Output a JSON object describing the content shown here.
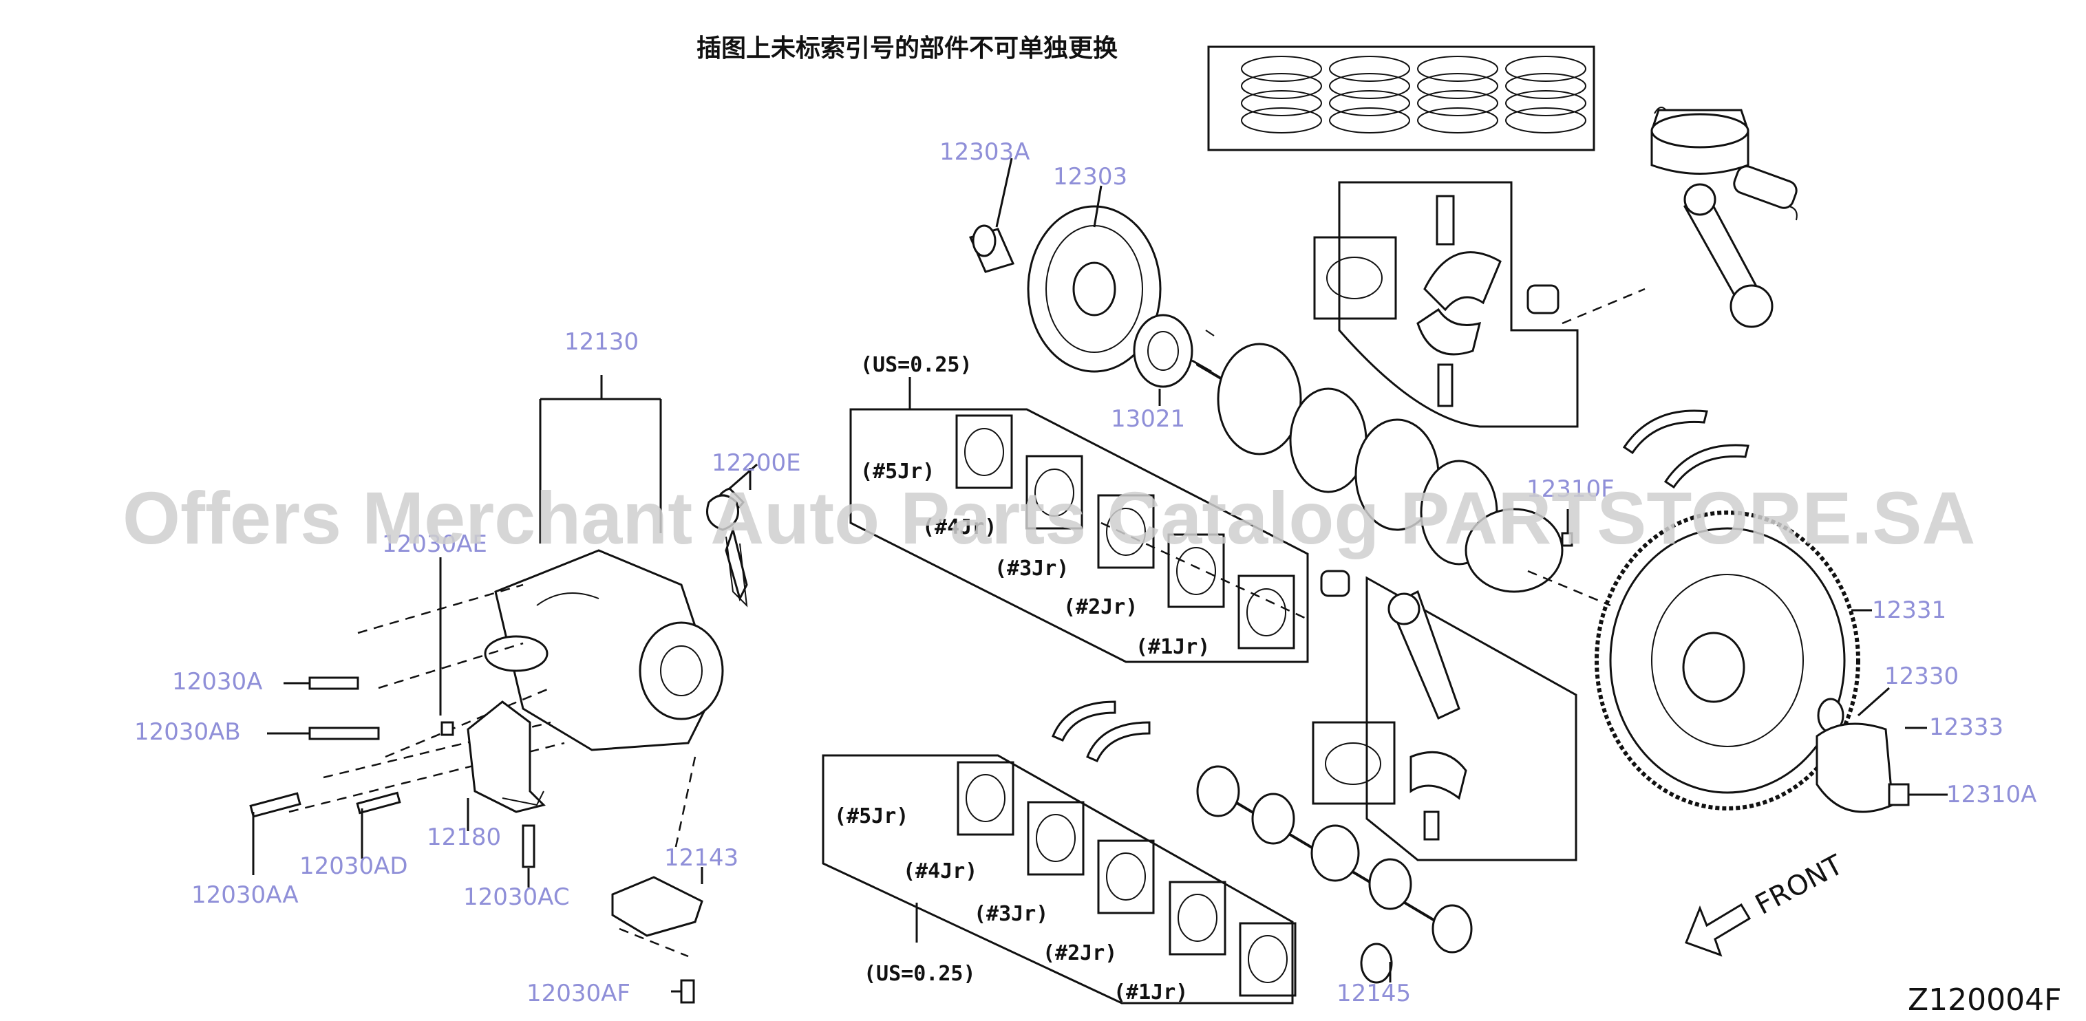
{
  "note": "插图上未标索引号的部件不可单独更换",
  "watermark": "Offers Merchant Auto Parts Catalog PARTSTORE.SA",
  "diagram_code": "Z120004F",
  "front_label": "FRONT",
  "us_label": "(US=0.25)",
  "part_labels": {
    "p12303A": "12303A",
    "p12303": "12303",
    "p13021": "13021",
    "p12130": "12130",
    "p12200E": "12200E",
    "p12030AE": "12030AE",
    "p12030A": "12030A",
    "p12030AB": "12030AB",
    "p12030AA": "12030AA",
    "p12030AD": "12030AD",
    "p12180": "12180",
    "p12030AC": "12030AC",
    "p12143": "12143",
    "p12030AF": "12030AF",
    "p12310F": "12310F",
    "p12331": "12331",
    "p12330": "12330",
    "p12333": "12333",
    "p12310A": "12310A",
    "p12145": "12145"
  },
  "journals": {
    "j5": "(#5Jr)",
    "j4": "(#4Jr)",
    "j3": "(#3Jr)",
    "j2": "(#2Jr)",
    "j1": "(#1Jr)"
  }
}
